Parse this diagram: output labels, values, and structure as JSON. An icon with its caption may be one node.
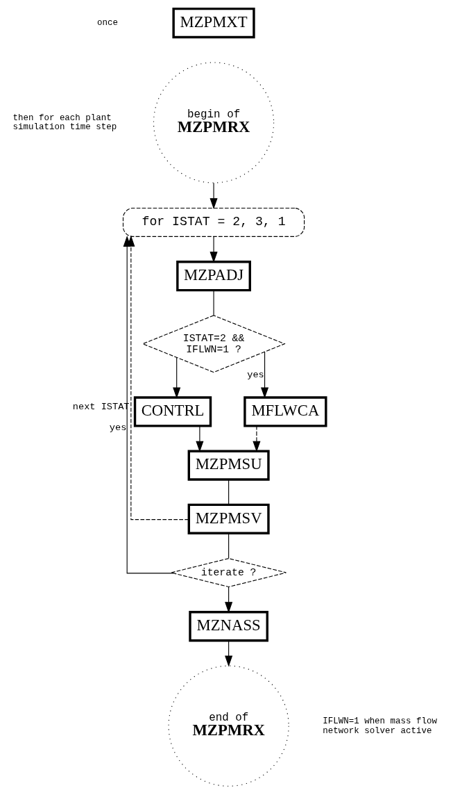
{
  "diagram": {
    "nodes": [
      {
        "text": [
          "MZPMXT"
        ]
      },
      {
        "text": [
          "begin of",
          "MZPMRX"
        ]
      },
      {
        "text": [
          "for ISTAT = 2, 3, 1"
        ]
      },
      {
        "text": [
          "MZPADJ"
        ]
      },
      {
        "text": [
          "ISTAT=2 && IFLWN=1 ?"
        ]
      },
      {
        "text": [
          "CONTRL"
        ]
      },
      {
        "text": [
          "MFLWCA"
        ]
      },
      {
        "text": [
          "MZPMSU"
        ]
      },
      {
        "text": [
          "MZPMSV"
        ]
      },
      {
        "text": [
          "iterate ?"
        ]
      },
      {
        "text": [
          "MZNASS"
        ]
      },
      {
        "text": [
          "end of",
          "MZPMRX"
        ]
      }
    ],
    "edges": [
      {
        "from": 1,
        "to": 2,
        "arrow": "to"
      },
      {
        "from": 2,
        "to": 3,
        "arrow": "to"
      },
      {
        "from": 3,
        "to": 4,
        "arrow": "none"
      },
      {
        "from": 4,
        "to": 5,
        "arrow": "to"
      },
      {
        "from": 4,
        "to": 6,
        "arrow": "to",
        "label": "yes"
      },
      {
        "from": 5,
        "to": 7,
        "arrow": "to"
      },
      {
        "from": 6,
        "to": 7,
        "arrow": "to",
        "style": "dashed"
      },
      {
        "from": 7,
        "to": 8,
        "arrow": "none"
      },
      {
        "from": 8,
        "to": 2,
        "arrow": "to",
        "label": "next ISTAT",
        "style": "dashed"
      },
      {
        "from": 8,
        "to": 9,
        "arrow": "none"
      },
      {
        "from": 9,
        "to": 2,
        "arrow": "to",
        "label": "yes"
      },
      {
        "from": 9,
        "to": 10,
        "arrow": "to"
      },
      {
        "from": 10,
        "to": 11,
        "arrow": "to"
      }
    ],
    "labels": [
      "once",
      "then for each plant simulation time step",
      "IFLWN=1 when mass flow network solver active"
    ]
  }
}
